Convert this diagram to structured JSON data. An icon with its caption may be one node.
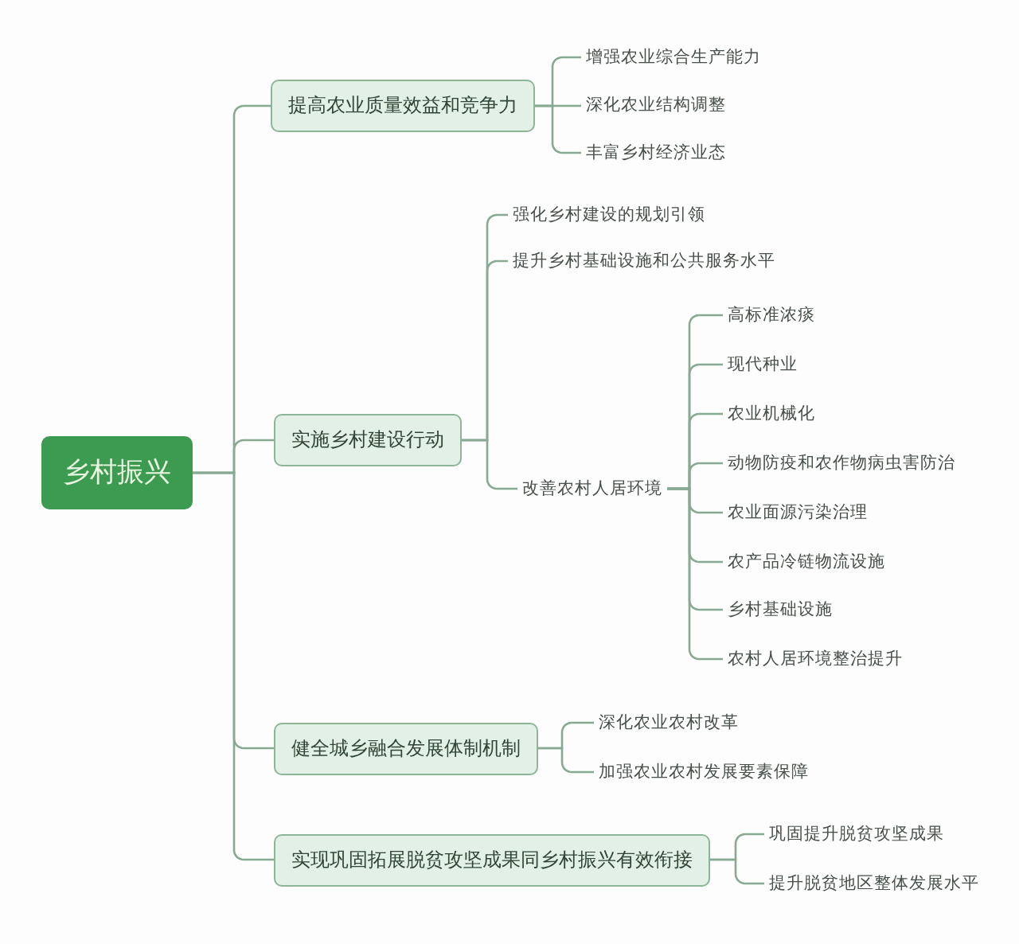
{
  "diagram": {
    "nodes": [
      {
        "text": [
          "乡村振兴"
        ]
      },
      {
        "text": [
          "提高农业质量效益和竞争力"
        ]
      },
      {
        "text": [
          "增强农业综合生产能力"
        ]
      },
      {
        "text": [
          "深化农业结构调整"
        ]
      },
      {
        "text": [
          "丰富乡村经济业态"
        ]
      },
      {
        "text": [
          "实施乡村建设行动"
        ]
      },
      {
        "text": [
          "强化乡村建设的规划引领"
        ]
      },
      {
        "text": [
          "提升乡村基础设施和公共服务水平"
        ]
      },
      {
        "text": [
          "改善农村人居环境"
        ]
      },
      {
        "text": [
          "高标准浓痰"
        ]
      },
      {
        "text": [
          "现代种业"
        ]
      },
      {
        "text": [
          "农业机械化"
        ]
      },
      {
        "text": [
          "动物防疫和农作物病虫害防治"
        ]
      },
      {
        "text": [
          "农业面源污染治理"
        ]
      },
      {
        "text": [
          "农产品冷链物流设施"
        ]
      },
      {
        "text": [
          "乡村基础设施"
        ]
      },
      {
        "text": [
          "农村人居环境整治提升"
        ]
      },
      {
        "text": [
          "健全城乡融合发展体制机制"
        ]
      },
      {
        "text": [
          "深化农业农村改革"
        ]
      },
      {
        "text": [
          "加强农业农村发展要素保障"
        ]
      },
      {
        "text": [
          "实现巩固拓展脱贫攻坚成果同乡村振兴有效衔接"
        ]
      },
      {
        "text": [
          "巩固提升脱贫攻坚成果"
        ]
      },
      {
        "text": [
          "提升脱贫地区整体发展水平"
        ]
      }
    ],
    "edges": [
      {
        "from": 0,
        "to": 1,
        "arrow": "none"
      },
      {
        "from": 0,
        "to": 5,
        "arrow": "none"
      },
      {
        "from": 0,
        "to": 17,
        "arrow": "none"
      },
      {
        "from": 0,
        "to": 20,
        "arrow": "none"
      },
      {
        "from": 1,
        "to": 2,
        "arrow": "none"
      },
      {
        "from": 1,
        "to": 3,
        "arrow": "none"
      },
      {
        "from": 1,
        "to": 4,
        "arrow": "none"
      },
      {
        "from": 5,
        "to": 6,
        "arrow": "none"
      },
      {
        "from": 5,
        "to": 7,
        "arrow": "none"
      },
      {
        "from": 5,
        "to": 8,
        "arrow": "none"
      },
      {
        "from": 8,
        "to": 9,
        "arrow": "none"
      },
      {
        "from": 8,
        "to": 10,
        "arrow": "none"
      },
      {
        "from": 8,
        "to": 11,
        "arrow": "none"
      },
      {
        "from": 8,
        "to": 12,
        "arrow": "none"
      },
      {
        "from": 8,
        "to": 13,
        "arrow": "none"
      },
      {
        "from": 8,
        "to": 14,
        "arrow": "none"
      },
      {
        "from": 8,
        "to": 15,
        "arrow": "none"
      },
      {
        "from": 8,
        "to": 16,
        "arrow": "none"
      },
      {
        "from": 17,
        "to": 18,
        "arrow": "none"
      },
      {
        "from": 17,
        "to": 19,
        "arrow": "none"
      },
      {
        "from": 20,
        "to": 21,
        "arrow": "none"
      },
      {
        "from": 20,
        "to": 22,
        "arrow": "none"
      }
    ]
  }
}
